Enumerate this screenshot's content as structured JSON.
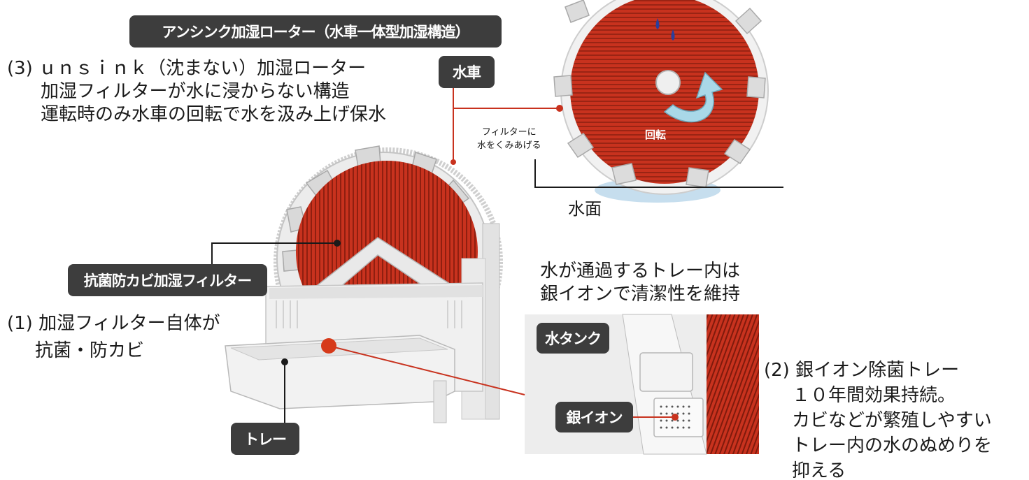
{
  "tags": {
    "rotor_title": "アンシンク加湿ローター（水車一体型加湿構造）",
    "waterwheel": "水車",
    "filter": "抗菌防カビ加湿フィルター",
    "tray": "トレー",
    "water_tank": "水タンク",
    "silver_ion": "銀イオン"
  },
  "notes": {
    "unsink": {
      "line1": "(3) ｕｎｓｉｎｋ（沈まない）加湿ローター",
      "line2": "加湿フィルターが水に浸からない構造",
      "line3": "運転時のみ水車の回転で水を汲み上げ保水"
    },
    "antibacterial": {
      "line1": "(1) 加湿フィルター自体が",
      "line2": "抗菌・防カビ"
    },
    "tray_inside": {
      "line1": "水が通過するトレー内は",
      "line2": "銀イオンで清潔性を維持"
    },
    "silver_tray": {
      "line1": "(2) 銀イオン除菌トレー",
      "line2": "１０年間効果持続。",
      "line3": "カビなどが繁殖しやすい",
      "line4": "トレー内の水のぬめりを",
      "line5": "抑える"
    }
  },
  "callouts": {
    "scoop_line1": "フィルターに",
    "scoop_line2": "水をくみあげる",
    "rotation": "回転",
    "water_surface": "水面"
  },
  "colors": {
    "tag_bg": "#3d3d3d",
    "filter_red": "#c8321e",
    "leader_line": "#c8321e",
    "arrow_blue": "#a9d8e8",
    "housing": "#e6e6e6",
    "water": "#b8d6ea"
  }
}
